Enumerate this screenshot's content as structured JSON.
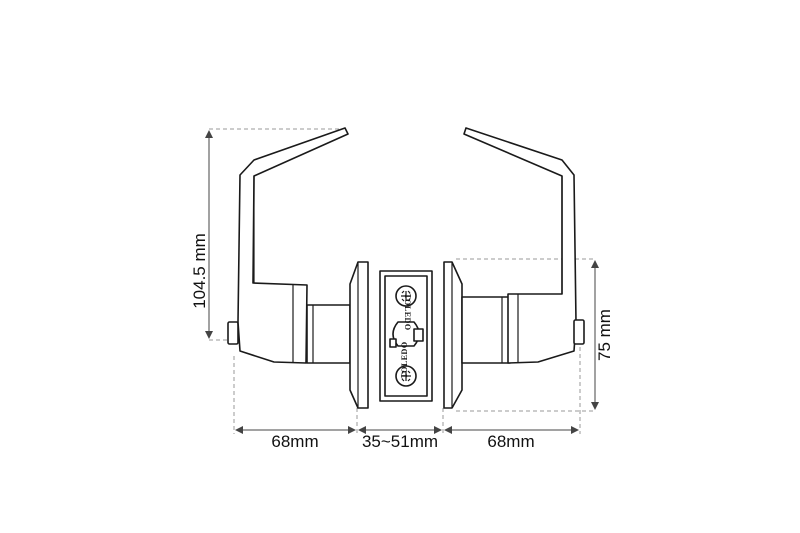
{
  "dimensions": {
    "height_left": "104.5 mm",
    "height_right": "75 mm",
    "width_left": "68mm",
    "backset": "35~51mm",
    "width_right": "68mm"
  },
  "brand": {
    "top": "TOLEDO",
    "bottom": "TOLEDO"
  }
}
